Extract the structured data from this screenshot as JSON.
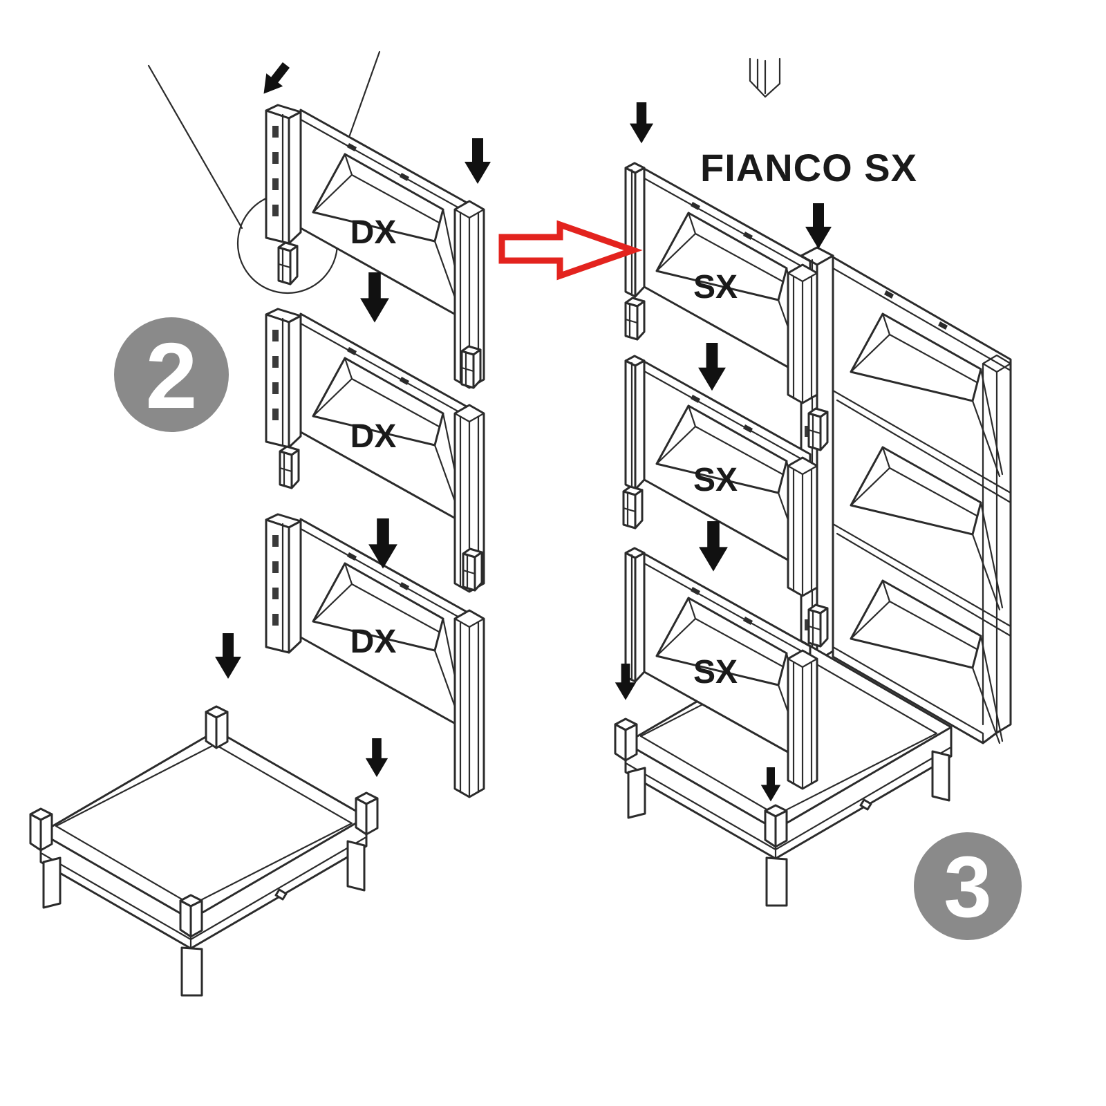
{
  "diagram": {
    "kind": "furniture-assembly-instructions",
    "steps": [
      {
        "id": "step-2",
        "badge": "2",
        "panels": [
          {
            "label": "DX"
          },
          {
            "label": "DX"
          },
          {
            "label": "DX"
          }
        ],
        "has_detail_callout": true
      },
      {
        "id": "step-3",
        "badge": "3",
        "title": "FIANCO SX",
        "panels": [
          {
            "label": "SX"
          },
          {
            "label": "SX"
          },
          {
            "label": "SX"
          }
        ]
      }
    ]
  },
  "icons": {
    "down_arrow": "solid black downward placement arrow",
    "transfer_arrow": "hollow red arrow pointing right from step 2 to step 3",
    "detail_callout": "magnifier circle around connector peg"
  },
  "colors": {
    "background": "#ffffff",
    "line": "#2b2b2b",
    "arrow": "#111111",
    "red": "#e3231e",
    "badge": "#8a8a8a",
    "badge_text": "#ffffff",
    "label": "#1a1a1a"
  }
}
